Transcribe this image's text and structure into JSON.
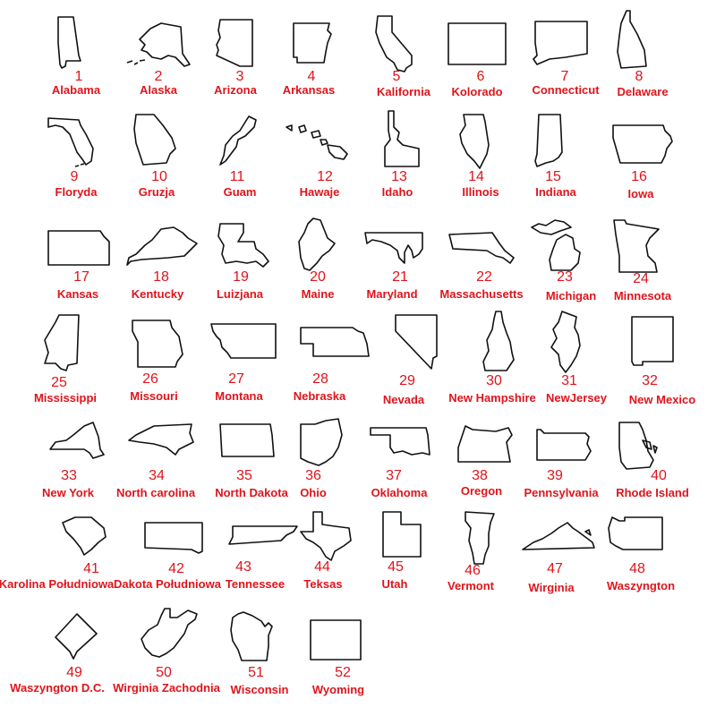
{
  "items": [
    {
      "number": "1",
      "name": "Alabama",
      "icon": "alabama-outline-icon"
    },
    {
      "number": "2",
      "name": "Alaska",
      "icon": "alaska-outline-icon"
    },
    {
      "number": "3",
      "name": "Arizona",
      "icon": "arizona-outline-icon"
    },
    {
      "number": "4",
      "name": "Arkansas",
      "icon": "arkansas-outline-icon"
    },
    {
      "number": "5",
      "name": "Kalifornia",
      "icon": "california-outline-icon"
    },
    {
      "number": "6",
      "name": "Kolorado",
      "icon": "colorado-outline-icon"
    },
    {
      "number": "7",
      "name": "Connecticut",
      "icon": "connecticut-outline-icon"
    },
    {
      "number": "8",
      "name": "Delaware",
      "icon": "delaware-outline-icon"
    },
    {
      "number": "9",
      "name": "Floryda",
      "icon": "florida-outline-icon"
    },
    {
      "number": "10",
      "name": "Gruzja",
      "icon": "georgia-outline-icon"
    },
    {
      "number": "11",
      "name": "Guam",
      "icon": "guam-outline-icon"
    },
    {
      "number": "12",
      "name": "Hawaje",
      "icon": "hawaii-outline-icon"
    },
    {
      "number": "13",
      "name": "Idaho",
      "icon": "idaho-outline-icon"
    },
    {
      "number": "14",
      "name": "Illinois",
      "icon": "illinois-outline-icon"
    },
    {
      "number": "15",
      "name": "Indiana",
      "icon": "indiana-outline-icon"
    },
    {
      "number": "16",
      "name": "Iowa",
      "icon": "iowa-outline-icon"
    },
    {
      "number": "17",
      "name": "Kansas",
      "icon": "kansas-outline-icon"
    },
    {
      "number": "18",
      "name": "Kentucky",
      "icon": "kentucky-outline-icon"
    },
    {
      "number": "19",
      "name": "Luizjana",
      "icon": "louisiana-outline-icon"
    },
    {
      "number": "20",
      "name": "Maine",
      "icon": "maine-outline-icon"
    },
    {
      "number": "21",
      "name": "Maryland",
      "icon": "maryland-outline-icon"
    },
    {
      "number": "22",
      "name": "Massachusetts",
      "icon": "massachusetts-outline-icon"
    },
    {
      "number": "23",
      "name": "Michigan",
      "icon": "michigan-outline-icon"
    },
    {
      "number": "24",
      "name": "Minnesota",
      "icon": "minnesota-outline-icon"
    },
    {
      "number": "25",
      "name": "Mississippi",
      "icon": "mississippi-outline-icon"
    },
    {
      "number": "26",
      "name": "Missouri",
      "icon": "missouri-outline-icon"
    },
    {
      "number": "27",
      "name": "Montana",
      "icon": "montana-outline-icon"
    },
    {
      "number": "28",
      "name": "Nebraska",
      "icon": "nebraska-outline-icon"
    },
    {
      "number": "29",
      "name": "Nevada",
      "icon": "nevada-outline-icon"
    },
    {
      "number": "30",
      "name": "New Hampshire",
      "icon": "new-hampshire-outline-icon"
    },
    {
      "number": "31",
      "name": "NewJersey",
      "icon": "new-jersey-outline-icon"
    },
    {
      "number": "32",
      "name": "New Mexico",
      "icon": "new-mexico-outline-icon"
    },
    {
      "number": "33",
      "name": "New York",
      "icon": "new-york-outline-icon"
    },
    {
      "number": "34",
      "name": "North carolina",
      "icon": "north-carolina-outline-icon"
    },
    {
      "number": "35",
      "name": "North Dakota",
      "icon": "north-dakota-outline-icon"
    },
    {
      "number": "36",
      "name": "Ohio",
      "icon": "ohio-outline-icon"
    },
    {
      "number": "37",
      "name": "Oklahoma",
      "icon": "oklahoma-outline-icon"
    },
    {
      "number": "38",
      "name": "Oregon",
      "icon": "oregon-outline-icon"
    },
    {
      "number": "39",
      "name": "Pennsylvania",
      "icon": "pennsylvania-outline-icon"
    },
    {
      "number": "40",
      "name": "Rhode Island",
      "icon": "rhode-island-outline-icon"
    },
    {
      "number": "41",
      "name": "Karolina Południowa",
      "icon": "south-carolina-outline-icon"
    },
    {
      "number": "42",
      "name": "Dakota Południowa",
      "icon": "south-dakota-outline-icon"
    },
    {
      "number": "43",
      "name": "Tennessee",
      "icon": "tennessee-outline-icon"
    },
    {
      "number": "44",
      "name": "Teksas",
      "icon": "texas-outline-icon"
    },
    {
      "number": "45",
      "name": "Utah",
      "icon": "utah-outline-icon"
    },
    {
      "number": "46",
      "name": "Vermont",
      "icon": "vermont-outline-icon"
    },
    {
      "number": "47",
      "name": "Wirginia",
      "icon": "virginia-outline-icon"
    },
    {
      "number": "48",
      "name": "Waszyngton",
      "icon": "washington-outline-icon"
    },
    {
      "number": "49",
      "name": "Waszyngton D.C.",
      "icon": "washington-dc-outline-icon"
    },
    {
      "number": "50",
      "name": "Wirginia Zachodnia",
      "icon": "west-virginia-outline-icon"
    },
    {
      "number": "51",
      "name": "Wisconsin",
      "icon": "wisconsin-outline-icon"
    },
    {
      "number": "52",
      "name": "Wyoming",
      "icon": "wyoming-outline-icon"
    }
  ],
  "colors": {
    "label": "#e0141b",
    "outline": "#111111",
    "background": "#ffffff"
  }
}
